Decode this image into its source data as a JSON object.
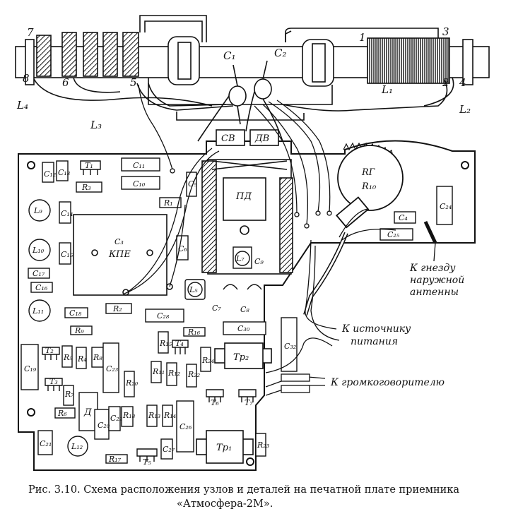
{
  "caption": {
    "line1": "Рис. 3.10. Схема расположения узлов и деталей на печатной плате приемника",
    "line2": "«Атмосфера-2М»."
  },
  "antenna_labels": {
    "n7": "7",
    "n8": "8",
    "n6": "6",
    "n5": "5",
    "n1": "1",
    "n3": "3",
    "n2": "2",
    "n4": "4",
    "l4": "L₄",
    "l3": "L₃",
    "l1": "L₁",
    "l2": "L₂",
    "c1": "C₁",
    "c2": "C₂"
  },
  "switch_labels": {
    "sv": "СВ",
    "dv": "ДВ",
    "pd": "ПД"
  },
  "board_labels": {
    "c12": "C₁₂",
    "c13": "C₁₃",
    "t1": "T₁",
    "r3": "R₃",
    "c11": "C₁₁",
    "c10": "C₁₀",
    "c5": "C₅",
    "r1": "R₁",
    "l9": "L₉",
    "c14": "C₁₄",
    "c3": "C₃",
    "kpe": "КПЕ",
    "l10": "L₁₀",
    "c15": "C₁₅",
    "c6": "C₆",
    "c17": "C₁₇",
    "c16": "C₁₆",
    "l5": "L₅",
    "l7": "L₇",
    "c9": "C₉",
    "l11": "L₁₁",
    "c18": "C₁₈",
    "r2": "R₂",
    "c7": "C₇",
    "c8": "C₈",
    "c28": "C₂₈",
    "r9": "R₉",
    "r16": "R₁₆",
    "c30": "C₃₀",
    "c32": "C₃₂",
    "t2": "T₂",
    "r5": "R₅",
    "r4": "R₄",
    "r8": "R₈",
    "c23": "C₂₃",
    "r15": "R₁₅",
    "t4": "T₄",
    "r24": "R₂₄",
    "tr2": "Tр₂",
    "c19": "C₁₉",
    "t3": "T₃",
    "r7": "R₇",
    "r11": "R₁₁",
    "r12": "R₁₂",
    "r22": "R₂₂",
    "r20": "R₂₀",
    "d": "Д",
    "r6": "R₆",
    "c20": "C₂₀",
    "c22": "C₂₂",
    "r18": "R₁₈",
    "r13": "R₁₃",
    "r14": "R₁₄",
    "c26": "C₂₆",
    "t6": "T₆",
    "t7": "T₇",
    "c21": "C₂₁",
    "l12": "L₁₂",
    "c27": "C₂₇",
    "tr1": "Tр₁",
    "r23": "R₂₃",
    "r17": "R₁₇",
    "t5": "T₅",
    "rg": "RГ",
    "r10": "R₁₀",
    "c4": "C₄",
    "c25": "C₂₅",
    "c24": "C₂₄"
  },
  "callouts": {
    "antenna_line1": "К гнезду",
    "antenna_line2": "наружной",
    "antenna_line3": "антенны",
    "power_line1": "К источнику",
    "power_line2": "питания",
    "speaker": "К громкоговорителю"
  }
}
